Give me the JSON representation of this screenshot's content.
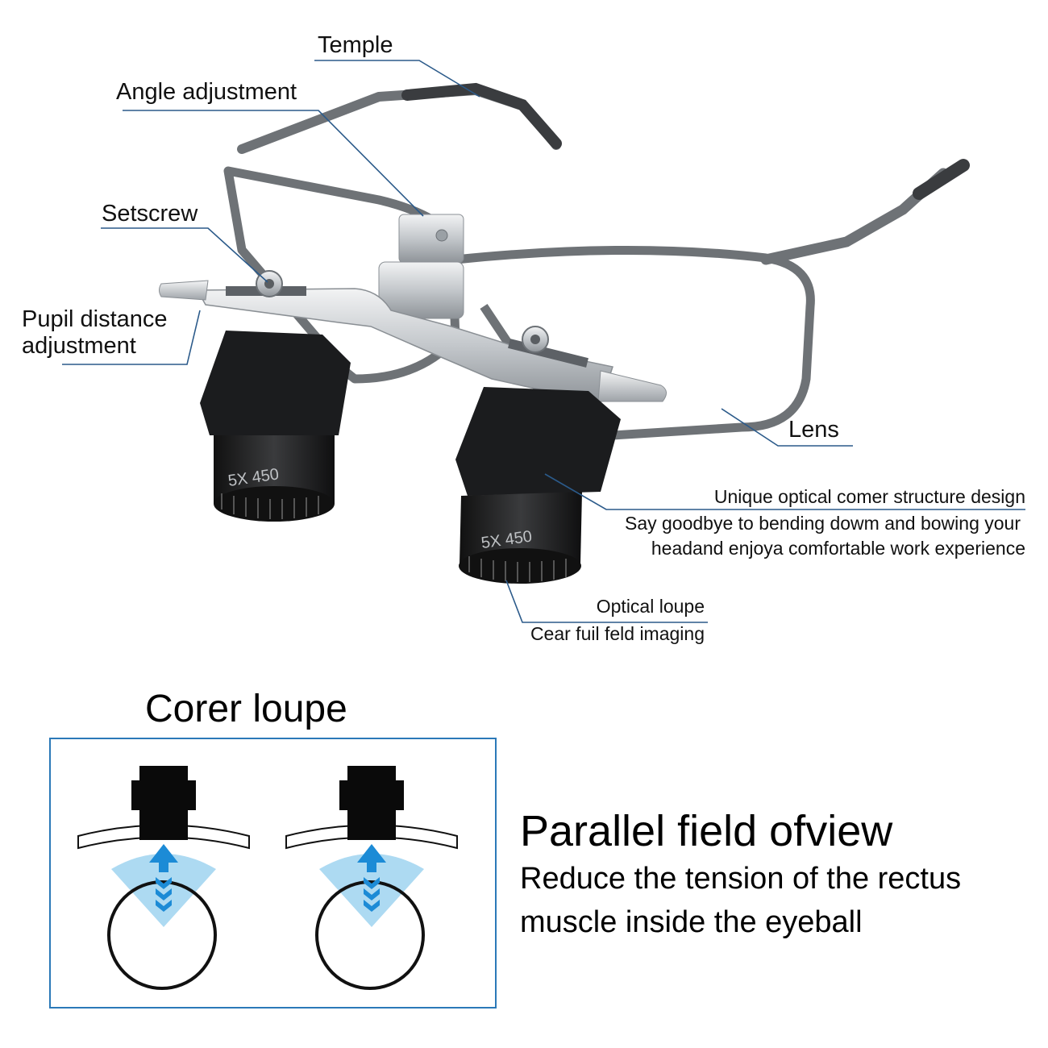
{
  "labels": {
    "temple": "Temple",
    "angle_adjustment": "Angle adjustment",
    "setscrew": "Setscrew",
    "pupil_distance_line1": "Pupil distance",
    "pupil_distance_line2": "adjustment",
    "lens": "Lens",
    "optical_structure_line1": "Unique optical comer structure design",
    "optical_structure_line2": "Say goodbye to bending dowm and bowing your",
    "optical_structure_line3": "headand enjoya comfortable work experience",
    "optical_loupe_line1": "Optical loupe",
    "optical_loupe_line2": "Cear fuil feld imaging",
    "barrel_marking": "5X 450"
  },
  "diagram": {
    "title": "Corer loupe"
  },
  "feature": {
    "title": "Parallel field ofview",
    "line1": "Reduce the tension of the rectus",
    "line2": "muscle inside the eyeball"
  },
  "colors": {
    "leader_line": "#2b5a8a",
    "frame_border": "#2b79b8",
    "frame_metal": "#6e7276",
    "temple_tip": "#3a3c3f",
    "clip_silver": "#c8ccd0",
    "loupe_black": "#1b1c1e",
    "field_of_view": "#9fd3f0",
    "arrow_blue": "#1c8bd6"
  }
}
